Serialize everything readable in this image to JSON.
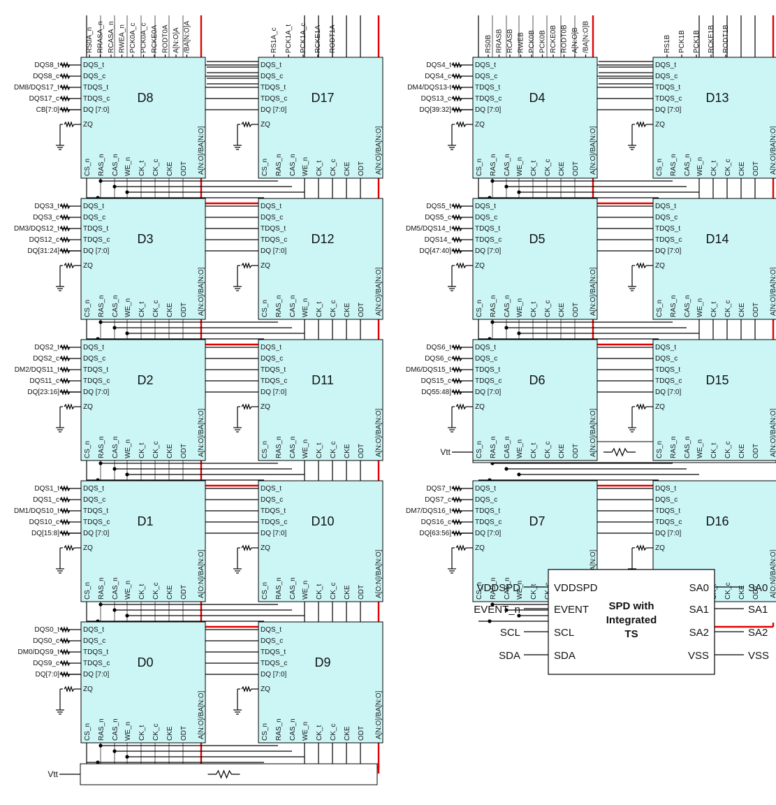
{
  "chip_pins": {
    "left": [
      "DQS_t",
      "DQS_c",
      "TDQS_t",
      "TDQS_c",
      "DQ [7:0]",
      "ZQ"
    ],
    "bottom": [
      "CS_n",
      "RAS_n",
      "CAS_n",
      "WE_n",
      "CK_t",
      "CK_c",
      "CKE",
      "ODT"
    ],
    "addr": "A[N:O]/BA[N:O]",
    "addr_alt": "A[O:N]/BA[N:O]"
  },
  "top_labels": {
    "rank0": [
      "RS0A_n",
      "RRASA_n",
      "RCASA_n",
      "RWEA_n",
      "PCK0A_c",
      "PCK0A_c",
      "RCKE0A",
      "RODT0A",
      "A[N:O]A",
      "/BA[N:O]A"
    ],
    "rank1": [
      "RS1A_c",
      "PCK1A_t",
      "PCK1A_c",
      "RCKE1A",
      "RODT1A"
    ],
    "rank0b": [
      "RS0B",
      "RRASB",
      "RCASB",
      "RWEB",
      "PCK0B",
      "PCK0B",
      "RCKE0B",
      "RODT0B",
      "A[N:O]B",
      "/BA[N:O]B"
    ],
    "rank1b": [
      "RS1B",
      "PCK1B",
      "PCK1B",
      "RCKE1B",
      "RODT1B"
    ]
  },
  "left_column": [
    {
      "name": "D8",
      "partner": "D17",
      "sig": [
        "DQS8_t",
        "DQS8_c",
        "DM8/DQS17_t",
        "DQS17_c",
        "CB[7:0]"
      ]
    },
    {
      "name": "D3",
      "partner": "D12",
      "sig": [
        "DQS3_t",
        "DQS3_c",
        "DM3/DQS12_t",
        "DQS12_c",
        "DQ[31:24]"
      ]
    },
    {
      "name": "D2",
      "partner": "D11",
      "sig": [
        "DQS2_t",
        "DQS2_c",
        "DM2/DQS11_t",
        "DQS11_c",
        "DQ[23:16]"
      ]
    },
    {
      "name": "D1",
      "partner": "D10",
      "sig": [
        "DQS1_t",
        "DQS1_c",
        "DM1/DQS10_t",
        "DQS10_c",
        "DQ[15:8]"
      ]
    },
    {
      "name": "D0",
      "partner": "D9",
      "sig": [
        "DQS0_t",
        "DQS0_c",
        "DM0/DQS9_t",
        "DQS9_c",
        "DQ[7:0]"
      ]
    }
  ],
  "right_column": [
    {
      "name": "D4",
      "partner": "D13",
      "sig": [
        "DQS4_t",
        "DQS4_c",
        "DM4/DQS13-t",
        "DQS13_c",
        "DQ[39:32]"
      ]
    },
    {
      "name": "D5",
      "partner": "D14",
      "sig": [
        "DQS5_t",
        "DQS5_c",
        "DM5/DQS14_t",
        "DQS14_",
        "DQ[47:40]"
      ]
    },
    {
      "name": "D6",
      "partner": "D15",
      "sig": [
        "DQS6_t",
        "DQS6_c",
        "DM6/DQS15_t",
        "DQS15_c",
        "DQ55:48]"
      ]
    },
    {
      "name": "D7",
      "partner": "D16",
      "sig": [
        "DQS7_t",
        "DQS7_c",
        "DM7/DQS16_t",
        "DQS16_c",
        "DQ[63:56]"
      ]
    }
  ],
  "vtt": "Vtt",
  "spd": {
    "title_lines": [
      "SPD with",
      "Integrated",
      "TS"
    ],
    "left_pins": [
      "VDDSPD",
      "EVENT",
      "SCL",
      "SDA"
    ],
    "left_signals": [
      "VDDSPD",
      "EVENT_n",
      "SCL",
      "SDA"
    ],
    "right_pins": [
      "SA0",
      "SA1",
      "SA2",
      "VSS"
    ],
    "right_signals": [
      "SA0",
      "SA1",
      "SA2",
      "VSS"
    ]
  }
}
